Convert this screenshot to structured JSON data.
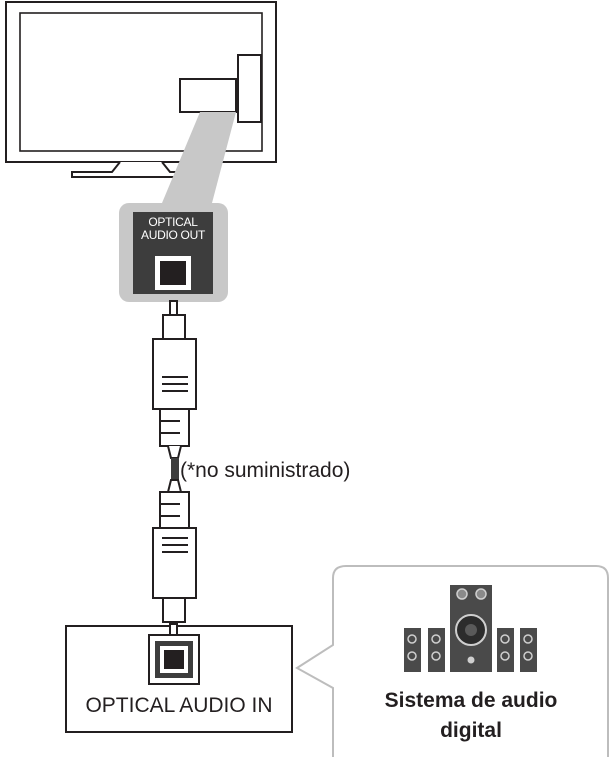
{
  "tv_port": {
    "label_line1": "OPTICAL",
    "label_line2": "AUDIO OUT"
  },
  "cable": {
    "note": "(*no suministrado)"
  },
  "receiver": {
    "port_label": "OPTICAL AUDIO IN"
  },
  "audio_system": {
    "label_line1": "Sistema de audio",
    "label_line2": "digital",
    "icon": "speaker-set-icon"
  },
  "colors": {
    "line": "#231f20",
    "callout_gray": "#c8c8c8",
    "port_panel": "#3d3d3d",
    "speaker_body": "#4a4a4a",
    "bubble_border": "#bdbdbd"
  }
}
